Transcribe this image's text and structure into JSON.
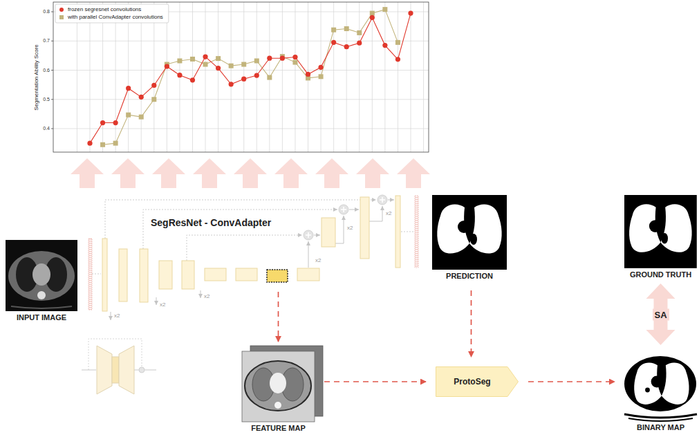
{
  "diagram": {
    "nodes": [
      {
        "text": [
          "INPUT IMAGE"
        ]
      },
      {
        "text": [
          "SegResNet - ConvAdapter"
        ]
      },
      {
        "text": [
          "PREDICTION"
        ]
      },
      {
        "text": [
          "GROUND TRUTH"
        ]
      },
      {
        "text": [
          "FEATURE MAP"
        ]
      },
      {
        "text": [
          "ProtoSeg"
        ]
      },
      {
        "text": [
          "BINARY MAP"
        ]
      }
    ],
    "edges": [
      {
        "from": 1,
        "to": 4,
        "arrow": "to"
      },
      {
        "from": 4,
        "to": 5,
        "arrow": "to"
      },
      {
        "from": 2,
        "to": 5,
        "arrow": "to"
      },
      {
        "from": 5,
        "to": 6,
        "arrow": "to"
      },
      {
        "from": 3,
        "to": 6,
        "label": "SA",
        "arrow": "both"
      }
    ],
    "labels": [
      "Segmentation Ability Score",
      "0.4",
      "0.5",
      "0.6",
      "0.7",
      "0.8",
      "x2",
      "x2",
      "x2",
      "x2",
      "x2",
      "x2"
    ],
    "legend": [
      {
        "text": "frozen segresnet convolutions",
        "color": "#e0382c"
      },
      {
        "text": "with parallel ConvAdapter convolutions",
        "color": "#c2b47c"
      }
    ]
  }
}
